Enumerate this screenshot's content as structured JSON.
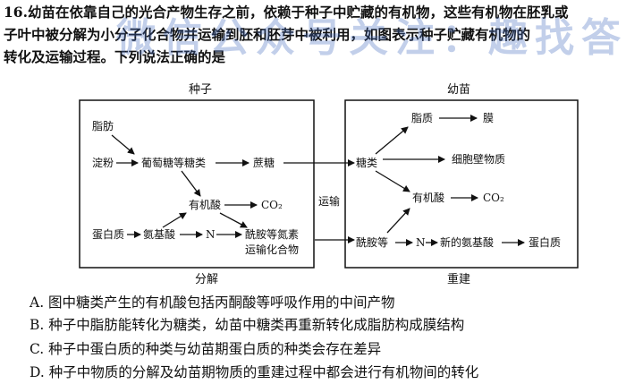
{
  "question": {
    "number": "16.",
    "line1": "幼苗在依靠自己的光合产物生存之前，依赖于种子中贮藏的有机物，这些有机物在胚乳或",
    "line2": "子叶中被分解为小分子化合物并运输到胚和胚芽中被利用，如图表示种子贮藏有机物的",
    "line3": "转化及运输过程。下列说法正确的是"
  },
  "watermark": "微信公众号关注：趣找答案",
  "diagram": {
    "seed_title": "种子",
    "seedling_title": "幼苗",
    "seed_caption": "分解",
    "seedling_caption": "重建",
    "transport_label": "运输",
    "seed": {
      "fat": "脂肪",
      "starch": "淀粉",
      "glucose": "葡萄糖等糖类",
      "sucrose": "蔗糖",
      "organic_acid": "有机酸",
      "co2": "CO₂",
      "protein": "蛋白质",
      "amino_acid": "氨基酸",
      "n": "N",
      "amide_line1": "酰胺等氮素",
      "amide_line2": "运输化合物"
    },
    "seedling": {
      "sugar": "糖类",
      "lipid": "脂质",
      "membrane": "膜",
      "cell_wall": "细胞壁物质",
      "organic_acid": "有机酸",
      "co2": "CO₂",
      "amide": "酰胺等",
      "n": "N",
      "new_amino_acid": "新的氨基酸",
      "protein": "蛋白质"
    }
  },
  "options": [
    {
      "text": "A. 图中糖类产生的有机酸包括丙酮酸等呼吸作用的中间产物"
    },
    {
      "text": "B. 种子中脂肪能转化为糖类，幼苗中糖类再重新转化成脂肪构成膜结构"
    },
    {
      "text": "C. 种子中蛋白质的种类与幼苗期蛋白质的种类会存在差异"
    },
    {
      "text": "D. 种子中物质的分解及幼苗期物质的重建过程中都会进行有机物间的转化"
    }
  ]
}
